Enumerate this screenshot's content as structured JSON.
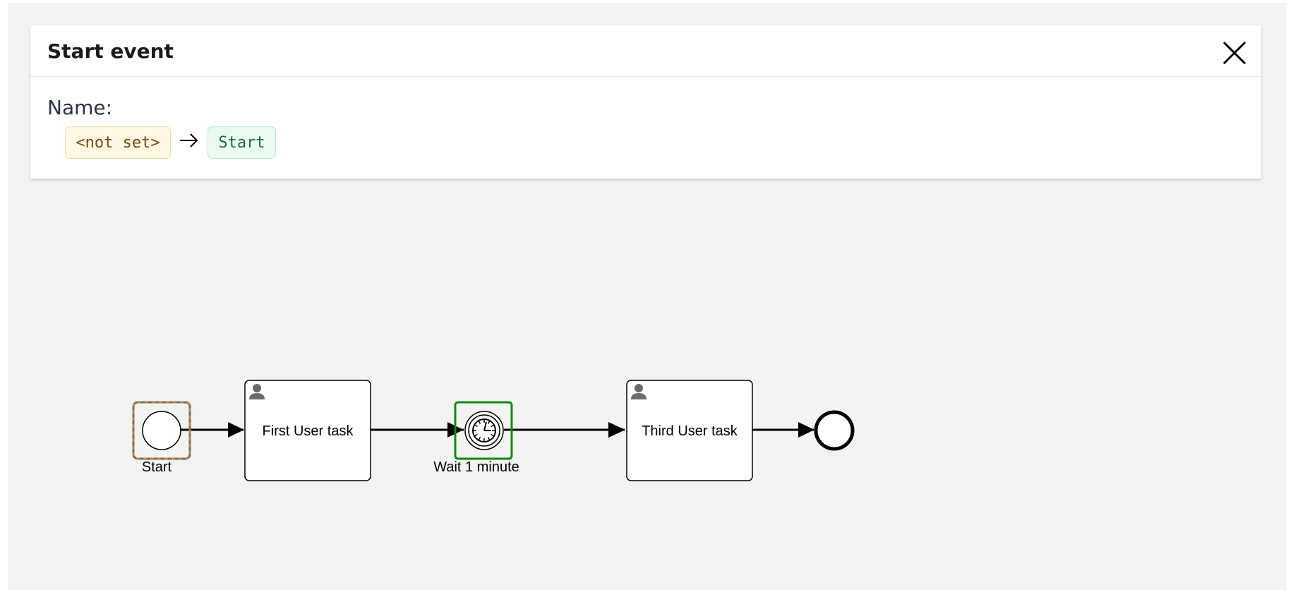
{
  "panel": {
    "title": "Start event",
    "field_label": "Name:",
    "old_value": "<not set>",
    "new_value": "Start"
  },
  "diagram": {
    "start_event_label": "Start",
    "task1_label": "First User task",
    "timer_label": "Wait 1 minute",
    "task3_label": "Third User task"
  },
  "colors": {
    "canvas_bg": "#f2f4f3",
    "changed_highlight": "#e07b16",
    "selection_outline": "#5a6e9c",
    "timer_outline": "#118811"
  }
}
